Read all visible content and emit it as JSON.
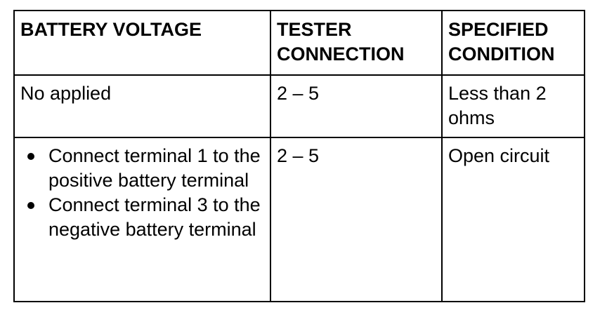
{
  "table": {
    "headers": [
      "BATTERY VOLTAGE",
      "TESTER CONNECTION",
      "SPECIFIED CONDITION"
    ],
    "rows": [
      {
        "battery_voltage": "No applied",
        "tester_connection": "2 – 5",
        "specified_condition": "Less than 2 ohms"
      },
      {
        "battery_voltage_steps": [
          "Connect terminal 1 to the positive battery terminal",
          "Connect terminal 3 to the negative battery terminal"
        ],
        "tester_connection": "2 – 5",
        "specified_condition": "Open circuit"
      }
    ]
  }
}
